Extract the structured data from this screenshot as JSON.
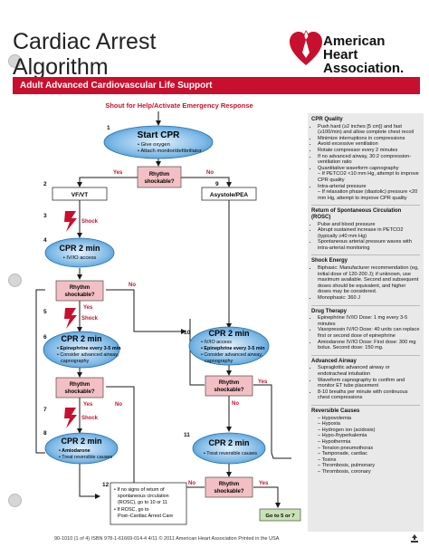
{
  "header": {
    "title_line1": "Cardiac Arrest",
    "title_line2": "Algorithm",
    "banner": "Adult Advanced Cardiovascular Life Support",
    "logo_line1": "American",
    "logo_line2": "Heart",
    "logo_line3": "Association."
  },
  "flow": {
    "top_label": "Shout for Help/Activate Emergency Response",
    "steps": {
      "n1": "1",
      "n2": "2",
      "n3": "3",
      "n4": "4",
      "n5": "5",
      "n6": "6",
      "n7": "7",
      "n8": "8",
      "n9": "9",
      "n10": "10",
      "n11": "11",
      "n12": "12"
    },
    "start_cpr": {
      "title": "Start CPR",
      "line1": "• Give oxygen",
      "line2": "• Attach monitor/defibrillator"
    },
    "rhythm_shockable": {
      "line1": "Rhythm",
      "line2": "shockable?"
    },
    "yes": "Yes",
    "no": "No",
    "vf_vt": "VF/VT",
    "asystole_pea": "Asystole/PEA",
    "shock": "Shock",
    "cpr4": {
      "title": "CPR 2 min",
      "line1": "• IV/IO access"
    },
    "cpr6": {
      "title": "CPR 2 min",
      "line1": "• Epinephrine every 3-5 min",
      "line2": "• Consider advanced airway,",
      "line3": "capnography"
    },
    "cpr8": {
      "title": "CPR 2 min",
      "line1": "• Amiodarone",
      "line2": "• Treat reversible causes"
    },
    "cpr10": {
      "title": "CPR 2 min",
      "line1": "• IV/IO access",
      "line2": "• Epinephrine every 3-5 min",
      "line3": "• Consider advanced airway,",
      "line4": "capnography"
    },
    "cpr11": {
      "title": "CPR 2 min",
      "line1": "• Treat reversible causes"
    },
    "box12": {
      "line1": "• If no signs of return of",
      "line2": "spontaneous circulation",
      "line3": "(ROSC), go to 10 or 11",
      "line4": "• If ROSC, go to",
      "line5": "Post–Cardiac Arrest Care"
    },
    "goto": "Go to 5 or 7"
  },
  "sidebar": {
    "cpr_quality": {
      "title": "CPR Quality",
      "items": [
        "Push hard (≥2 inches [5 cm]) and fast (≥100/min) and allow complete chest recoil",
        "Minimize interruptions in compressions",
        "Avoid excessive ventilation",
        "Rotate compressor every 2 minutes",
        "If no advanced airway, 30:2 compression-ventilation ratio",
        "Quantitative waveform capnography",
        "– If PETCO2 <10 mm Hg, attempt to improve CPR quality",
        "Intra-arterial pressure",
        "– If relaxation phase (diastolic) pressure <20 mm Hg, attempt to improve CPR quality"
      ]
    },
    "rosc": {
      "title": "Return of Spontaneous Circulation (ROSC)",
      "items": [
        "Pulse and blood pressure",
        "Abrupt sustained increase in PETCO2 (typically ≥40 mm Hg)",
        "Spontaneous arterial pressure waves with intra-arterial monitoring"
      ]
    },
    "shock_energy": {
      "title": "Shock Energy",
      "items": [
        "Biphasic: Manufacturer recommendation (eg, initial dose of 120-200 J); if unknown, use maximum available. Second and subsequent doses should be equivalent, and higher doses may be considered.",
        "Monophasic: 360 J"
      ]
    },
    "drug_therapy": {
      "title": "Drug Therapy",
      "items": [
        "Epinephrine IV/IO Dose: 1 mg every 3-5 minutes",
        "Vasopressin IV/IO Dose: 40 units can replace first or second dose of epinephrine",
        "Amiodarone IV/IO Dose: First dose: 300 mg bolus. Second dose: 150 mg."
      ]
    },
    "advanced_airway": {
      "title": "Advanced Airway",
      "items": [
        "Supraglottic advanced airway or endotracheal intubation",
        "Waveform capnography to confirm and monitor ET tube placement",
        "8-10 breaths per minute with continuous chest compressions"
      ]
    },
    "reversible_causes": {
      "title": "Reversible Causes",
      "items": [
        "– Hypovolemia",
        "– Hypoxia",
        "– Hydrogen ion (acidosis)",
        "– Hypo-/hyperkalemia",
        "– Hypothermia",
        "– Tension pneumothorax",
        "– Tamponade, cardiac",
        "– Toxins",
        "– Thrombosis, pulmonary",
        "– Thrombosis, coronary"
      ]
    }
  },
  "footer": {
    "text": "90-1010 (1 of 4)   ISBN 978-1-61669-014-4   4/11   © 2011 American Heart Association   Printed in the USA"
  },
  "colors": {
    "brand_red": "#c8102e",
    "oval_blue": "#5ba3dc",
    "oval_light": "#dcecf8",
    "diamond_pink": "#f2c0c4",
    "sidebar_gray": "#e9e9e9",
    "goto_green": "#c7e3b5"
  }
}
